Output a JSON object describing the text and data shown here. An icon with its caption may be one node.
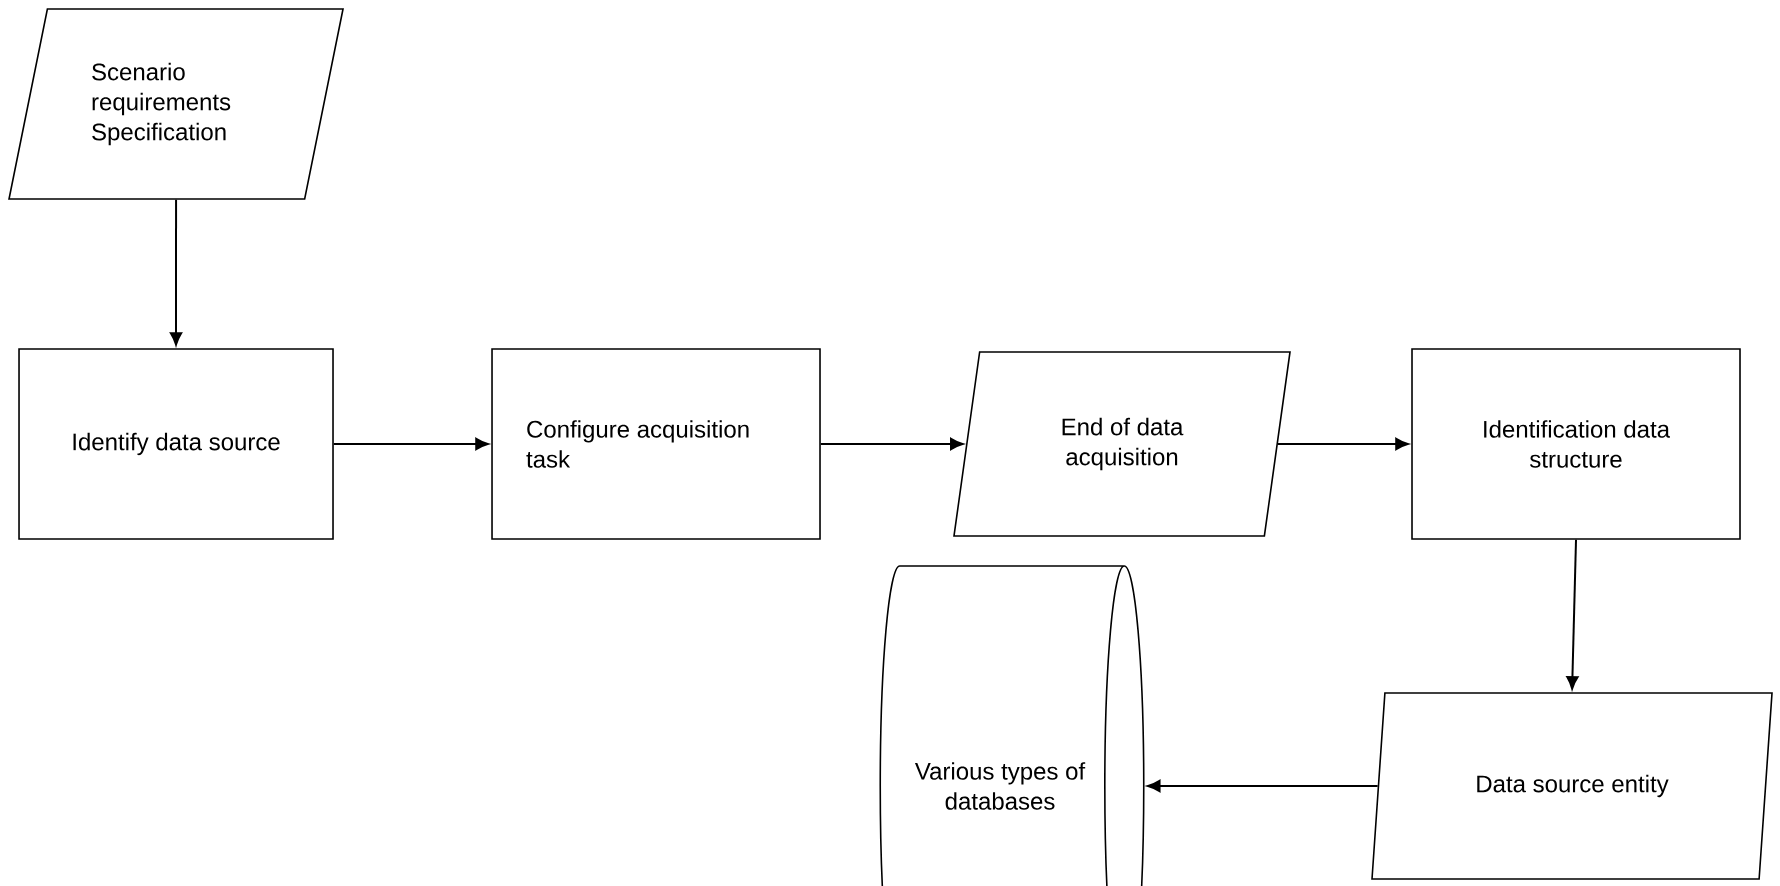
{
  "diagram": {
    "nodes": [
      {
        "text": [
          "Scenario requirements Specification"
        ]
      },
      {
        "text": [
          "Identify data source"
        ]
      },
      {
        "text": [
          "Configure acquisition task"
        ]
      },
      {
        "text": [
          "End of data acquisition"
        ]
      },
      {
        "text": [
          "Identification data structure"
        ]
      },
      {
        "text": [
          "Data source entity"
        ]
      },
      {
        "text": [
          "Various types of databases"
        ]
      }
    ],
    "edges": [
      {
        "from": 0,
        "to": 1,
        "arrow": "to"
      },
      {
        "from": 1,
        "to": 2,
        "arrow": "to"
      },
      {
        "from": 2,
        "to": 3,
        "arrow": "to"
      },
      {
        "from": 3,
        "to": 4,
        "arrow": "to"
      },
      {
        "from": 4,
        "to": 5,
        "arrow": "to"
      },
      {
        "from": 5,
        "to": 6,
        "arrow": "to"
      }
    ]
  }
}
